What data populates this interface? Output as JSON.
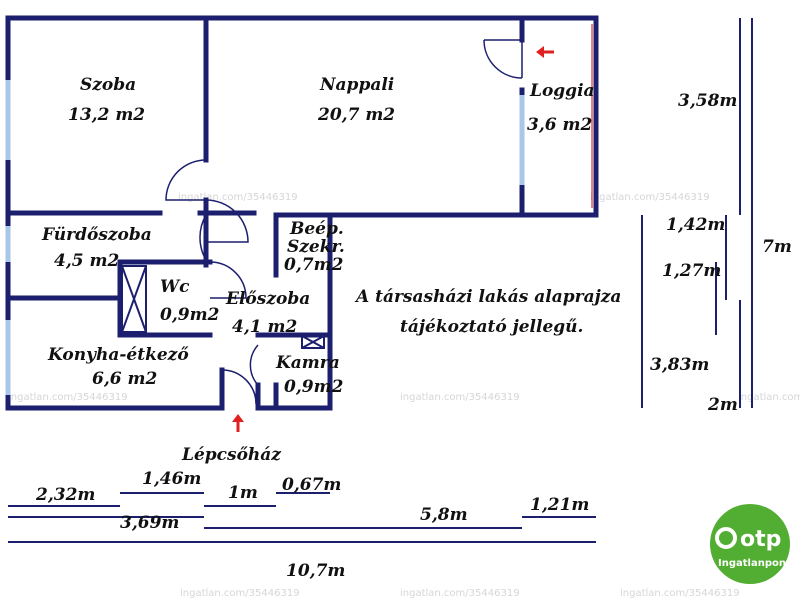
{
  "rooms": {
    "szoba": {
      "name": "Szoba",
      "area": "13,2 m2"
    },
    "nappali": {
      "name": "Nappali",
      "area": "20,7 m2"
    },
    "loggia": {
      "name": "Loggia",
      "area": "3,6 m2"
    },
    "furdo": {
      "name": "Fürdőszoba",
      "area": "4,5 m2"
    },
    "wc": {
      "name": "Wc",
      "area": "0,9m2"
    },
    "eloszoba": {
      "name": "Előszoba",
      "area": "4,1 m2"
    },
    "beep_line1": "Beép.",
    "beep_line2": "Szekr.",
    "beep_area": "0,7m2",
    "kamra": {
      "name": "Kamra",
      "area": "0,9m2"
    },
    "konyha": {
      "name": "Konyha-étkező",
      "area": "6,6 m2"
    },
    "lepcsohaz": "Lépcsőház"
  },
  "note": {
    "line1": "A társasházi lakás alaprajza",
    "line2": "tájékoztató jellegű."
  },
  "dimensions": {
    "right_358": "3,58m",
    "right_142": "1,42m",
    "right_127": "1,27m",
    "right_7": "7m",
    "right_383": "3,83m",
    "right_2": "2m",
    "bottom_232": "2,32m",
    "bottom_146": "1,46m",
    "bottom_1": "1m",
    "bottom_067": "0,67m",
    "bottom_369": "3,69m",
    "bottom_58": "5,8m",
    "bottom_121": "1,21m",
    "bottom_107": "10,7m"
  },
  "watermark": "ingatlan.com/35446319",
  "logo": {
    "brand": "otp",
    "sub": "Ingatlanpont",
    "color": "#52ae32"
  }
}
